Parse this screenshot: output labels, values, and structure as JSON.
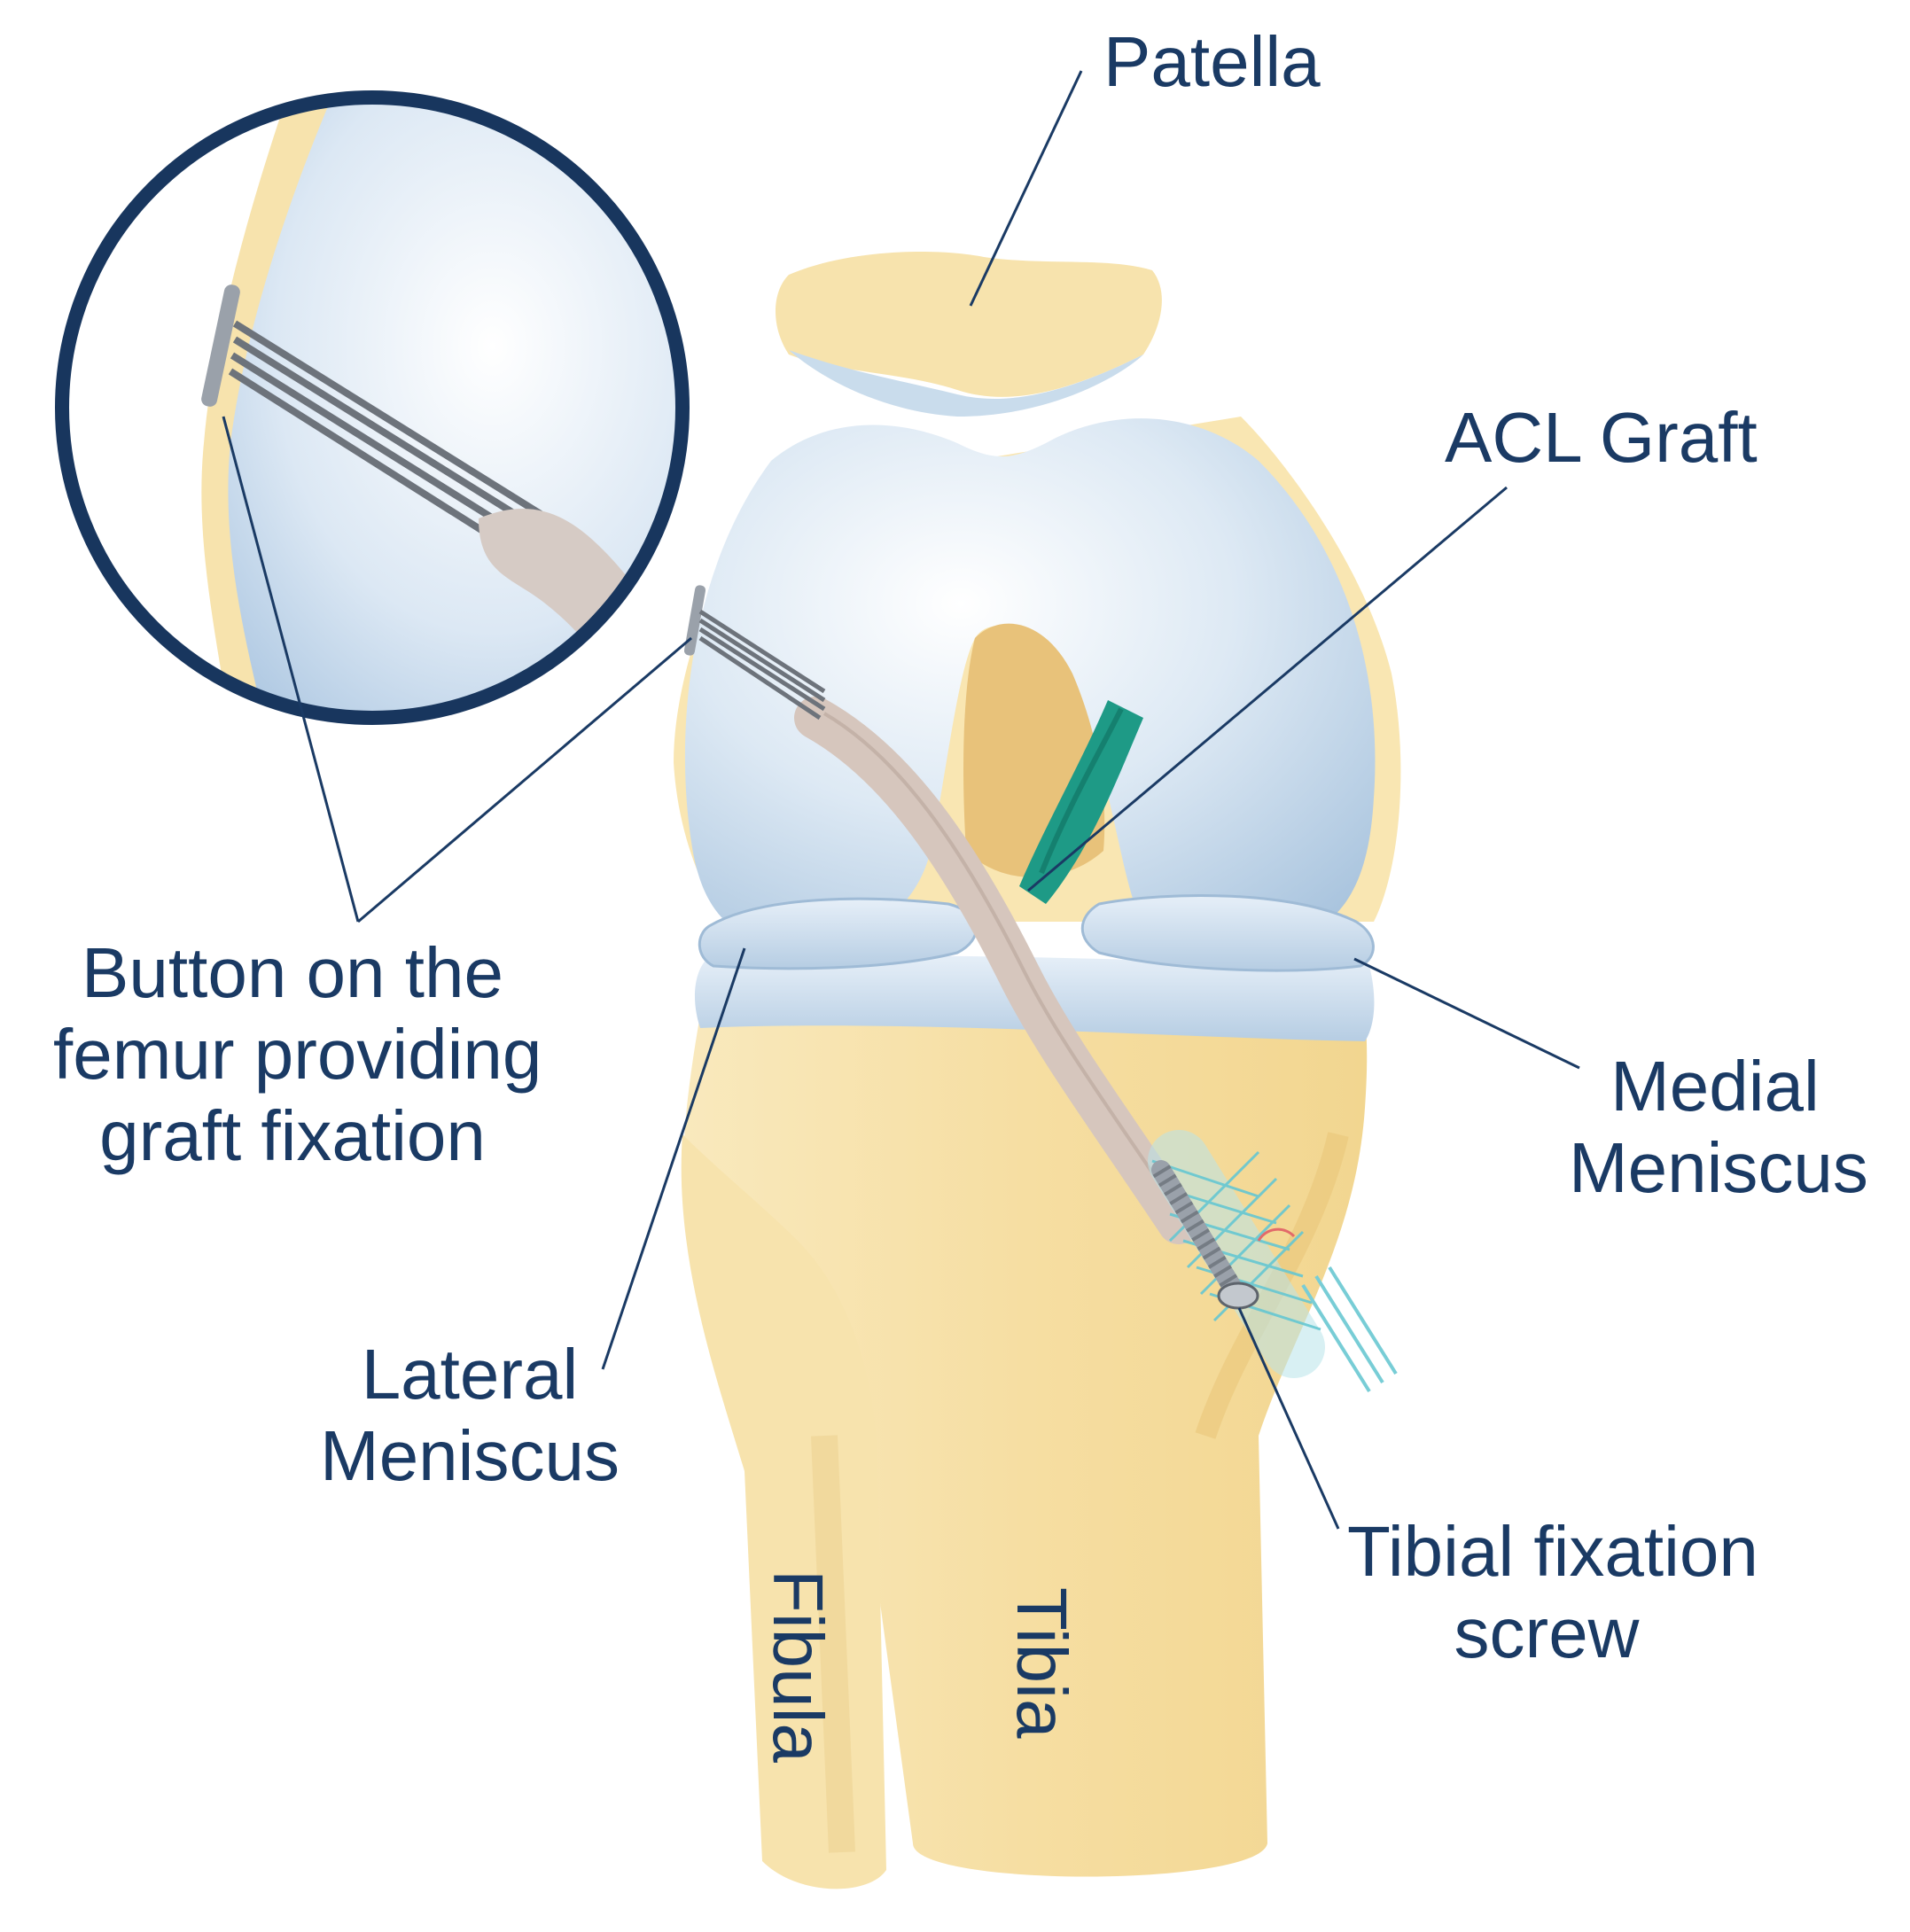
{
  "labels": {
    "patella": "Patella",
    "acl_graft": "ACL Graft",
    "button": [
      "Button on the",
      "femur providing",
      "graft fixation"
    ],
    "medial_meniscus": [
      "Medial",
      "Meniscus"
    ],
    "lateral_meniscus": [
      "Lateral",
      "Meniscus"
    ],
    "tibial_screw": [
      "Tibial fixation",
      "screw"
    ],
    "fibula": "Fibula",
    "tibia": "Tibia"
  },
  "colors": {
    "label_text": "#1a3a64",
    "leader_line": "#1a3a64",
    "bone": "#f7e3ad",
    "cartilage": "#c9dcec",
    "ligament": "#1e9a86",
    "graft": "#d9cdc5",
    "inset_ring": "#18365e"
  }
}
